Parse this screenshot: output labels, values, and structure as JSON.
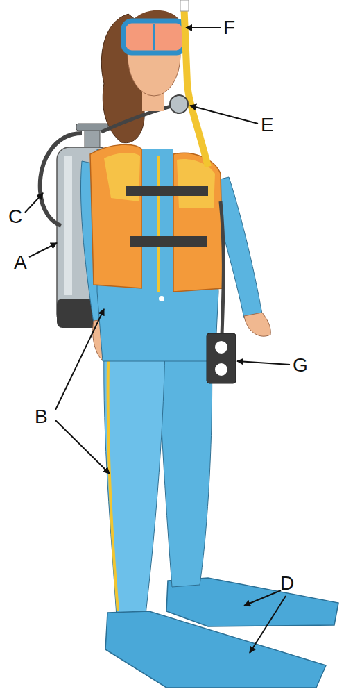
{
  "diagram": {
    "labels": [
      "F",
      "E",
      "C",
      "A",
      "G",
      "B",
      "D"
    ]
  }
}
